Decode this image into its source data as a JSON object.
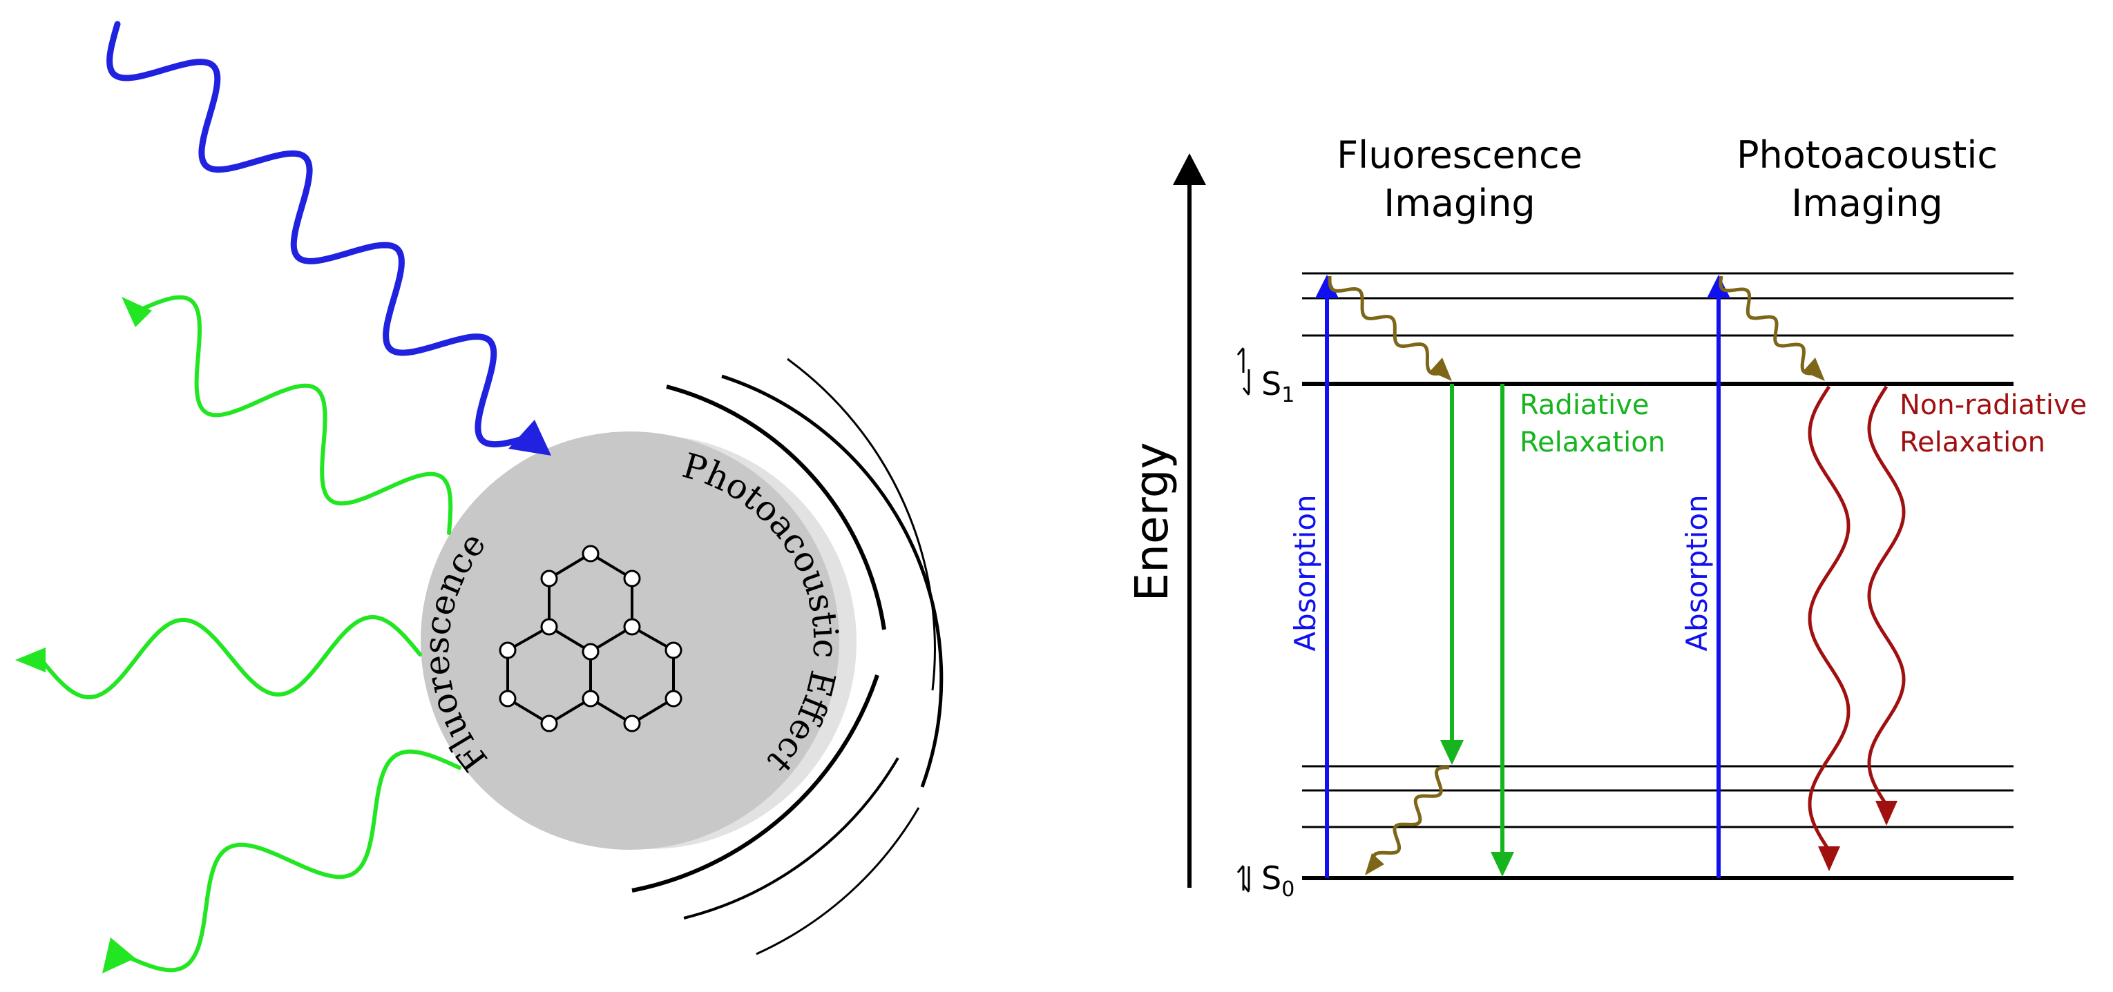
{
  "colors": {
    "incoming": "#2121e0",
    "fluorescence_emission": "#22e622",
    "absorption": "#1010f0",
    "radiative": "#16b41e",
    "vibrational_relaxation": "#7d6618",
    "nonradiative": "#a01010",
    "sphere": "#c8c8c8",
    "sphere_shadow": "#e2e2e2",
    "line": "#000000"
  },
  "illustration": {
    "curved_labels": {
      "fluorescence": "Fluorescence",
      "photoacoustic": "Photoacoustic Effect"
    },
    "icons": [
      "incoming-light-wave",
      "emitted-fluorescence-wave",
      "acoustic-wave-arc",
      "molecule-icon"
    ]
  },
  "jablonski": {
    "axis_label": "Energy",
    "columns": [
      {
        "title_line1": "Fluorescence",
        "title_line2": "Imaging"
      },
      {
        "title_line1": "Photoacoustic",
        "title_line2": "Imaging"
      }
    ],
    "levels": {
      "s1": {
        "prefix": "S",
        "subscript": "1"
      },
      "s0": {
        "prefix": "S",
        "subscript": "0"
      }
    },
    "labels": {
      "absorption": "Absorption",
      "radiative_line1": "Radiative",
      "radiative_line2": "Relaxation",
      "nonradiative_line1": "Non-radiative",
      "nonradiative_line2": "Relaxation"
    }
  }
}
